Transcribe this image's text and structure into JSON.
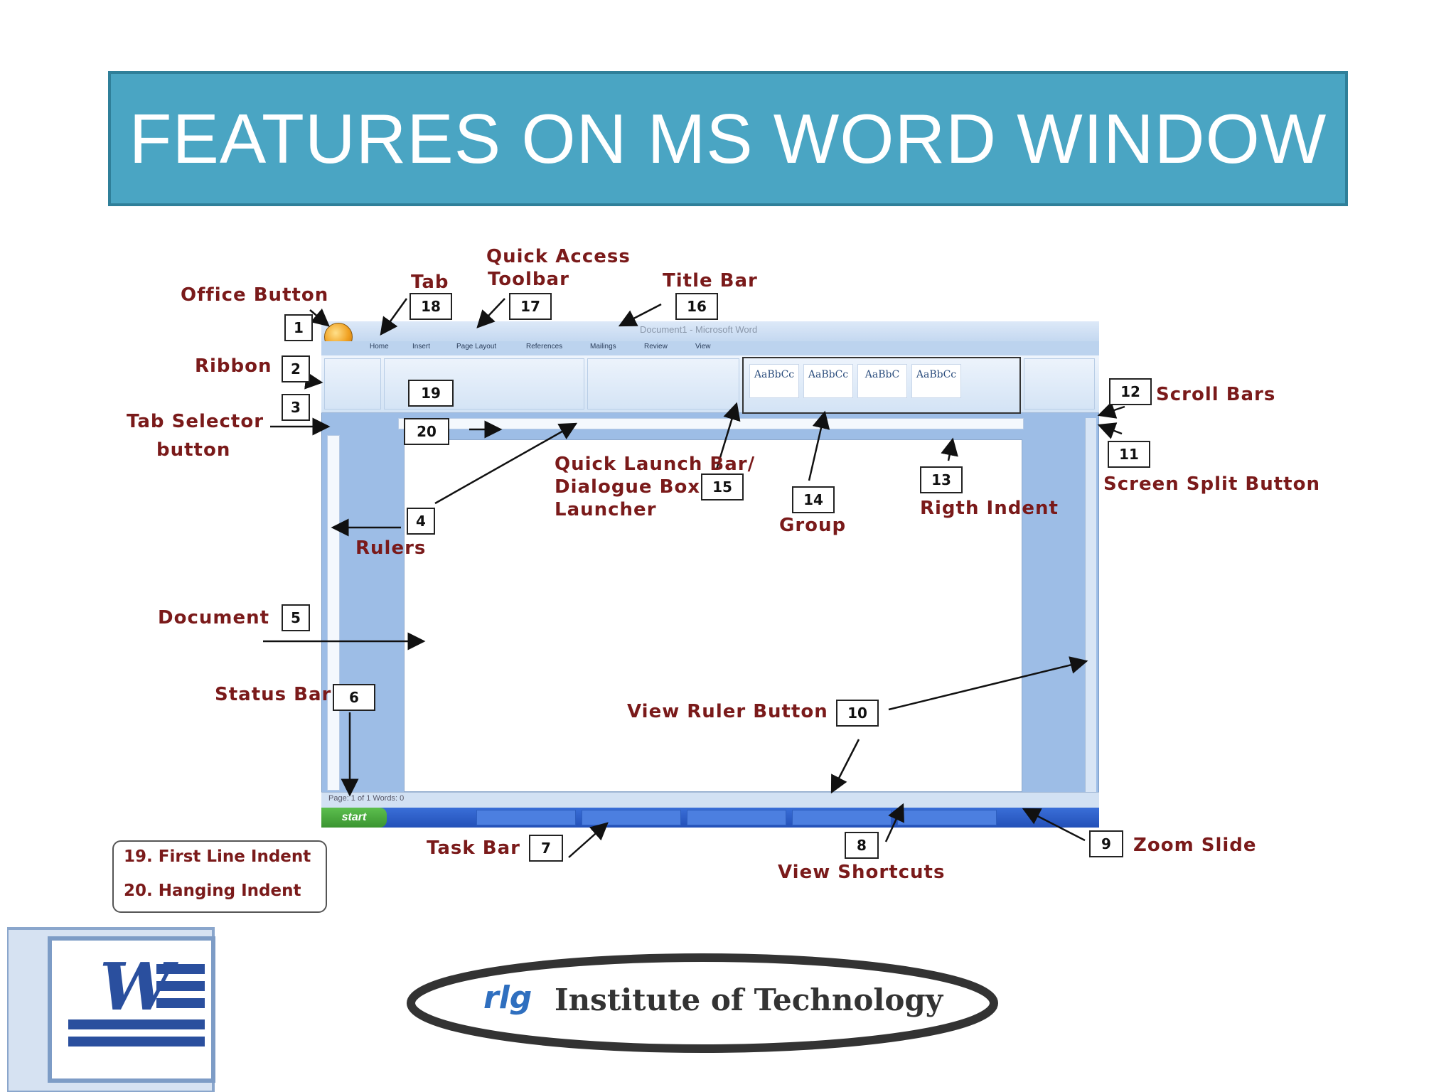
{
  "title": "FEATURES ON MS WORD WINDOW",
  "window": {
    "title": "Document1 - Microsoft Word",
    "tabs": [
      "Home",
      "Insert",
      "Page Layout",
      "References",
      "Mailings",
      "Review",
      "View"
    ],
    "styles": [
      "AaBbCc",
      "AaBbCc",
      "AaBbC",
      "AaBbCc"
    ],
    "status": "Page: 1 of 1    Words: 0",
    "start_label": "start"
  },
  "labels": {
    "office_button": "Office Button",
    "tab": "Tab",
    "quick_access_1": "Quick Access",
    "quick_access_2": "Toolbar",
    "title_bar": "Title Bar",
    "ribbon": "Ribbon",
    "tab_selector_1": "Tab Selector",
    "tab_selector_2": "button",
    "scroll_bars": "Scroll Bars",
    "screen_split": "Screen Split Button",
    "quick_launch_1": "Quick Launch Bar/",
    "quick_launch_2": "Dialogue Box",
    "quick_launch_3": "Launcher",
    "group": "Group",
    "right_indent": "Rigth Indent",
    "rulers": "Rulers",
    "document": "Document",
    "status_bar": "Status Bar",
    "view_ruler": "View Ruler Button",
    "task_bar": "Task Bar",
    "view_shortcuts": "View Shortcuts",
    "zoom_slide": "Zoom Slide"
  },
  "numbers": {
    "n1": "1",
    "n2": "2",
    "n3": "3",
    "n4": "4",
    "n5": "5",
    "n6": "6",
    "n7": "7",
    "n8": "8",
    "n9": "9",
    "n10": "10",
    "n11": "11",
    "n12": "12",
    "n13": "13",
    "n14": "14",
    "n15": "15",
    "n16": "16",
    "n17": "17",
    "n18": "18",
    "n19": "19",
    "n20": "20"
  },
  "notes": {
    "line1": "19. First Line Indent",
    "line2": "20. Hanging Indent"
  },
  "logo": {
    "brand": "rlg",
    "text": "Institute of Technology",
    "word_letter": "W"
  },
  "colors": {
    "banner": "#4aa5c3",
    "label_text": "#7a1a1a",
    "window_frame": "#9dbde6"
  }
}
